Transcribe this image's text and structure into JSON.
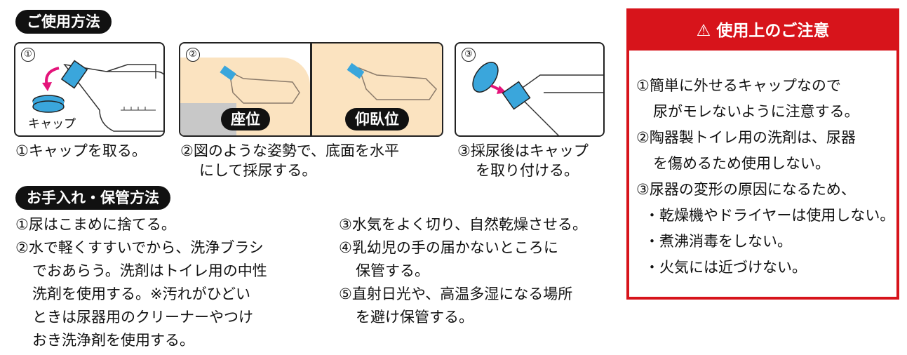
{
  "usage": {
    "title": "ご使用方法",
    "steps": [
      {
        "num": "①",
        "label": "キャップ",
        "caption": [
          "①キャップを取る。"
        ]
      },
      {
        "num": "②",
        "postures": [
          "座位",
          "仰臥位"
        ],
        "caption": [
          "②図のような姿勢で、底面を水平",
          "にして採尿する。"
        ]
      },
      {
        "num": "③",
        "caption": [
          "③採尿後はキャップ",
          "を取り付ける。"
        ]
      }
    ]
  },
  "care": {
    "title": "お手入れ・保管方法",
    "left": [
      "①尿はこまめに捨てる。",
      "②水で軽くすすいでから、洗浄ブラシ",
      "でおあらう。洗剤はトイレ用の中性",
      "洗剤を使用する。※汚れがひどい",
      "ときは尿器用のクリーナーやつけ",
      "おき洗浄剤を使用する。"
    ],
    "right": [
      "③水気をよく切り、自然乾燥させる。",
      "④乳幼児の手の届かないところに",
      "保管する。",
      "⑤直射日光や、高温多湿になる場所",
      "を避け保管する。"
    ]
  },
  "caution": {
    "title": "使用上のご注意",
    "lines": [
      "①簡単に外せるキャップなので",
      "尿がモレないように注意する。",
      "②陶器製トイレ用の洗剤は、尿器",
      "を傷めるため使用しない。",
      "③尿器の変形の原因になるため、",
      "・乾燥機やドライヤーは使用しない。",
      "・煮沸消毒をしない。",
      "・火気には近づけない。"
    ]
  },
  "colors": {
    "red": "#d7141b",
    "cap_blue": "#3aa6dc",
    "arrow_pink": "#e4147a",
    "skin": "#fbe3c0"
  }
}
